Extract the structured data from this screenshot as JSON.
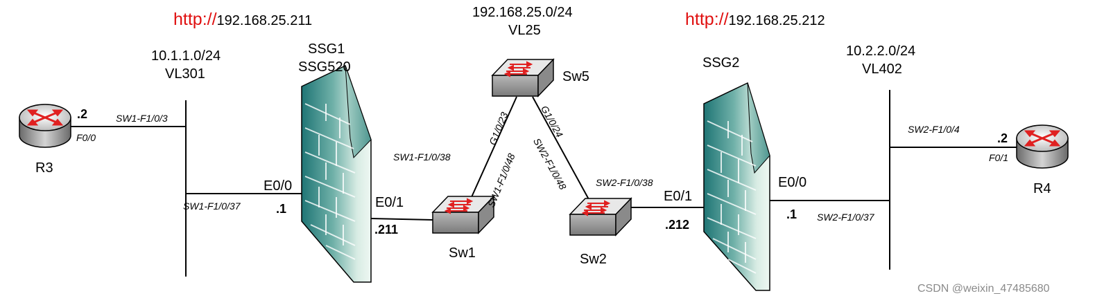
{
  "urls": {
    "ssg1": {
      "scheme": "http://",
      "host": "192.168.25.211"
    },
    "ssg2": {
      "scheme": "http://",
      "host": "192.168.25.212"
    }
  },
  "networks": {
    "vl25": {
      "subnet": "192.168.25.0/24",
      "vlan": "VL25"
    },
    "vl301": {
      "subnet": "10.1.1.0/24",
      "vlan": "VL301"
    },
    "vl402": {
      "subnet": "10.2.2.0/24",
      "vlan": "VL402"
    }
  },
  "devices": {
    "ssg1": {
      "name": "SSG1",
      "model": "SSG520"
    },
    "ssg2": {
      "name": "SSG2"
    },
    "sw5": "Sw5",
    "sw1": "Sw1",
    "sw2": "Sw2",
    "r3": "R3",
    "r4": "R4"
  },
  "ports": {
    "r3_f00": "F0/0",
    "sw1_f103": "SW1-F1/0/3",
    "sw1_f1037": "SW1-F1/0/37",
    "ssg1_e00": "E0/0",
    "ssg1_e01": "E0/1",
    "sw1_f1038": "SW1-F1/0/38",
    "sw1_f1048": "SW1-F1/0/48",
    "sw5_g1023": "G1/0/23",
    "sw5_g1024": "G1/0/24",
    "sw2_f1048": "SW2-F1/0/48",
    "sw2_f1038": "SW2-F1/0/38",
    "ssg2_e01": "E0/1",
    "ssg2_e00": "E0/0",
    "sw2_f1037": "SW2-F1/0/37",
    "sw2_f104": "SW2-F1/0/4",
    "r4_f01": "F0/1"
  },
  "addresses": {
    "r3": ".2",
    "ssg1_lan": ".1",
    "ssg1_wan": ".211",
    "ssg2_wan": ".212",
    "ssg2_lan": ".1",
    "r4": ".2"
  },
  "watermark": "CSDN @weixin_47485680",
  "colors": {
    "url_scheme": "#e01010",
    "firewall": "#2f8f8f",
    "router_arrow": "#e02020"
  }
}
